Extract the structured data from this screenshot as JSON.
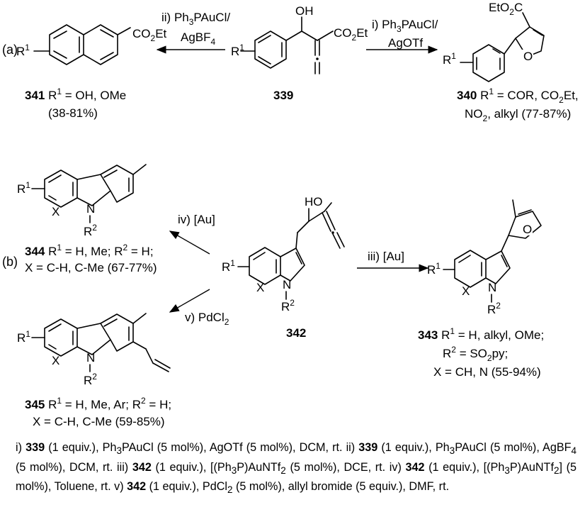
{
  "part_labels": {
    "a": "(a)",
    "b": "(b)"
  },
  "atoms": {
    "OH": "OH",
    "HO": "HO",
    "CO2Et": "CO2Et",
    "EtO2C": "EtO2C",
    "R1": "R1",
    "R2": "R2",
    "O": "O",
    "N": "N",
    "X": "X"
  },
  "compounds": {
    "c339": {
      "id": "339"
    },
    "c340": {
      "id": "340",
      "desc": "R1 = COR, CO2Et,",
      "desc2": "NO2, alkyl (77-87%)"
    },
    "c341": {
      "id": "341",
      "desc": "R1 = OH, OMe",
      "desc2": "(38-81%)"
    },
    "c342": {
      "id": "342"
    },
    "c343": {
      "id": "343",
      "desc": "R1 = H, alkyl, OMe;",
      "desc2": "R2 = SO2py;",
      "desc3": "X = CH, N (55-94%)"
    },
    "c344": {
      "id": "344",
      "desc": "R1 = H, Me; R2 = H;",
      "desc2": "X = C-H, C-Me (67-77%)"
    },
    "c345": {
      "id": "345",
      "desc": "R1 = H, Me, Ar; R2 = H;",
      "desc2": "X = C-H, C-Me (59-85%)"
    }
  },
  "arrows": {
    "i": {
      "line1": "i) Ph3PAuCl/",
      "line2": "AgOTf"
    },
    "ii": {
      "line1": "ii) Ph3PAuCl/",
      "line2": "AgBF4"
    },
    "iii": {
      "line1": "iii) [Au]"
    },
    "iv": {
      "line1": "iv) [Au]"
    },
    "v": {
      "line1": "v) PdCl2"
    }
  },
  "footnote": {
    "f1": "i) ",
    "b1": "339",
    "f2": " (1 equiv.), Ph",
    "f2s": "3",
    "f3": "PAuCl (5 mol%), AgOTf (5 mol%), DCM, rt. ii) ",
    "b2": "339",
    "f4": " (1 equiv.), Ph",
    "f4s": "3",
    "f5": "PAuCl (5 mol%), AgBF",
    "f5s": "4",
    "f6": " (5 mol%), DCM, rt. iii) ",
    "b3": "342",
    "f7": " (1 equiv.), [(Ph",
    "f7s": "3",
    "f8": "P)AuNTf",
    "f8s": "2",
    "f9": " (5 mol%), DCE, rt. iv) ",
    "b4": "342",
    "f10": " (1 equiv.), [(Ph",
    "f10s": "3",
    "f11": "P)AuNTf",
    "f11s": "2",
    "f12": "] (5 mol%), Toluene, rt. v) ",
    "b5": "342",
    "f13": " (1 equiv.), PdCl",
    "f13s": "2",
    "f14": " (5 mol%), allyl bromide (5 equiv.), DMF, rt."
  }
}
